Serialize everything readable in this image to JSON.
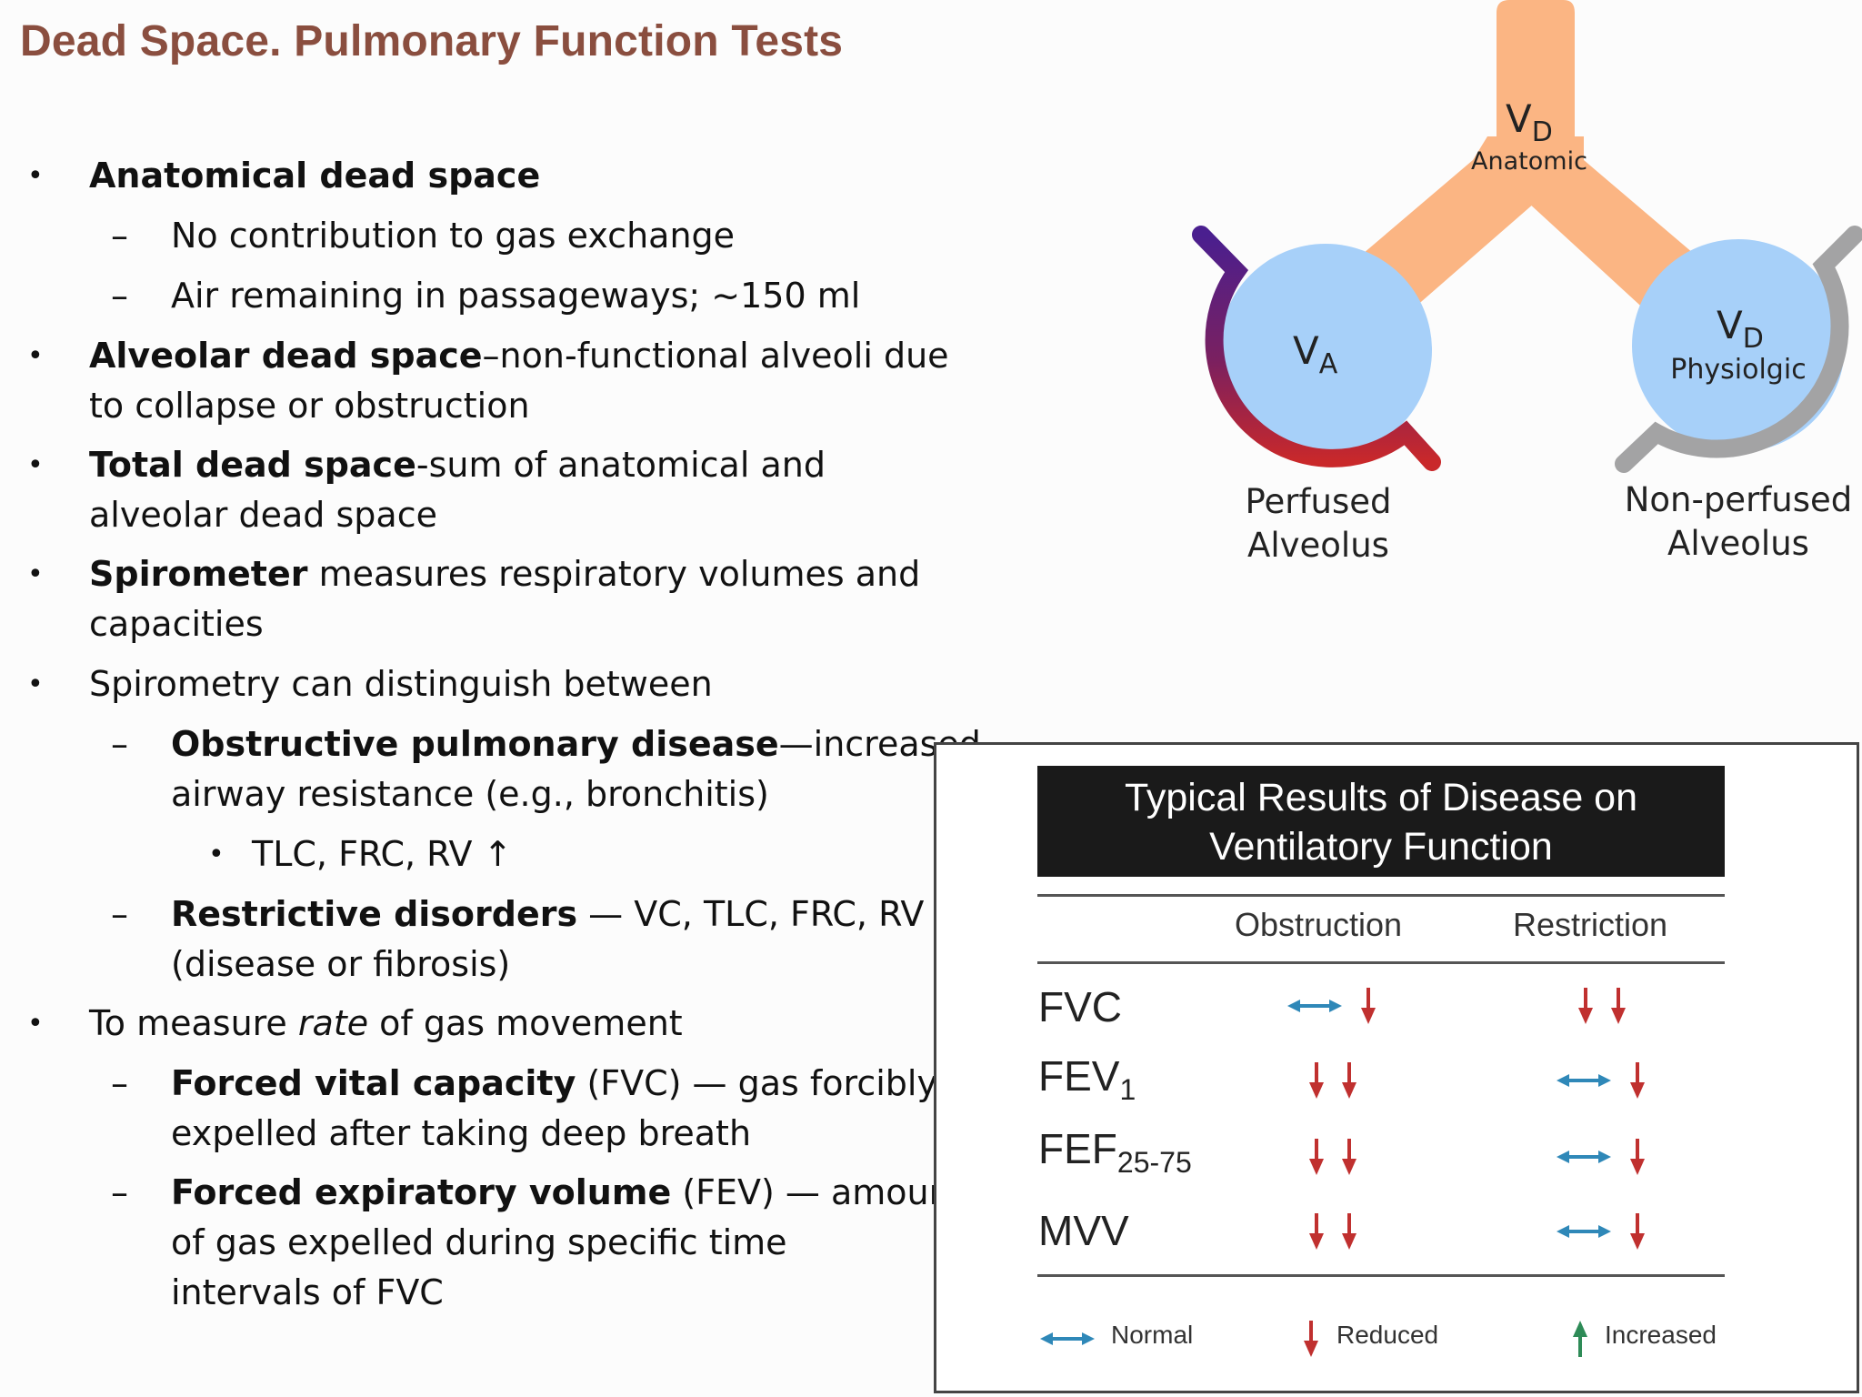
{
  "slide": {
    "title": "Dead Space. Pulmonary Function Tests"
  },
  "bullets": {
    "anat_head": "Anatomical dead space",
    "anat_sub1": "No contribution to gas exchange",
    "anat_sub2": "Air remaining in passageways; ~150 ml",
    "alv_head": "Alveolar dead space",
    "alv_rest1": "–non-functional alveoli due",
    "alv_rest2": "to collapse or obstruction",
    "total_head": "Total dead space",
    "total_rest1": "-sum of anatomical and",
    "total_rest2": "alveolar dead space",
    "spiro_head": "Spirometer",
    "spiro_rest1": " measures respiratory volumes and",
    "spiro_rest2": "capacities",
    "distinguish": "Spirometry can distinguish between",
    "obs_head": "Obstructive pulmonary disease",
    "obs_rest1": "—increased",
    "obs_rest2": "airway resistance (e.g., bronchitis)",
    "obs_sub": "TLC, FRC, RV ↑",
    "res_head": "Restrictive disorders",
    "res_rest1": " — VC, TLC, FRC, RV ↓",
    "res_rest2": "(disease or fibrosis)",
    "rate_pre": "To measure ",
    "rate_it": "rate",
    "rate_post": " of gas movement",
    "fvc_head": "Forced vital capacity",
    "fvc_rest1": " (FVC) — gas forcibly",
    "fvc_rest2": "expelled after taking deep breath",
    "fev_head": "Forced expiratory volume",
    "fev_rest1": " (FEV) — amount",
    "fev_rest2": "of gas expelled during specific time",
    "fev_rest3": "intervals of FVC"
  },
  "diagram": {
    "vd_anatomic_main": "V",
    "vd_anatomic_sub": "D",
    "vd_anatomic_label": "Anatomic",
    "va_main": "V",
    "va_sub": "A",
    "vd_phys_main": "V",
    "vd_phys_sub": "D",
    "vd_phys_label": "Physiolgic",
    "perfused_1": "Perfused",
    "perfused_2": "Alveolus",
    "nonperfused_1": "Non-perfused",
    "nonperfused_2": "Alveolus",
    "colors": {
      "airway": "#fbb583",
      "alveolus": "#a7d0f9",
      "grey_vessel": "#a3a3a4",
      "vessel_purple": "#4a1f8f",
      "vessel_red": "#c9282a"
    }
  },
  "table": {
    "title_1": "Typical Results of Disease on",
    "title_2": "Ventilatory Function",
    "col_obstruction": "Obstruction",
    "col_restriction": "Restriction",
    "rows": [
      {
        "label": "FVC",
        "sub": "",
        "obstruction": [
          "normal",
          "reduced"
        ],
        "restriction": [
          "reduced",
          "reduced"
        ]
      },
      {
        "label": "FEV",
        "sub": "1",
        "obstruction": [
          "reduced",
          "reduced"
        ],
        "restriction": [
          "normal",
          "reduced"
        ]
      },
      {
        "label": "FEF",
        "sub": "25-75",
        "obstruction": [
          "reduced",
          "reduced"
        ],
        "restriction": [
          "normal",
          "reduced"
        ]
      },
      {
        "label": "MVV",
        "sub": "",
        "obstruction": [
          "reduced",
          "reduced"
        ],
        "restriction": [
          "normal",
          "reduced"
        ]
      }
    ],
    "legend": {
      "normal": "Normal",
      "reduced": "Reduced",
      "increased": "Increased"
    },
    "colors": {
      "normal": "#2f88b8",
      "reduced": "#c0302f",
      "increased": "#2e8b57"
    }
  }
}
